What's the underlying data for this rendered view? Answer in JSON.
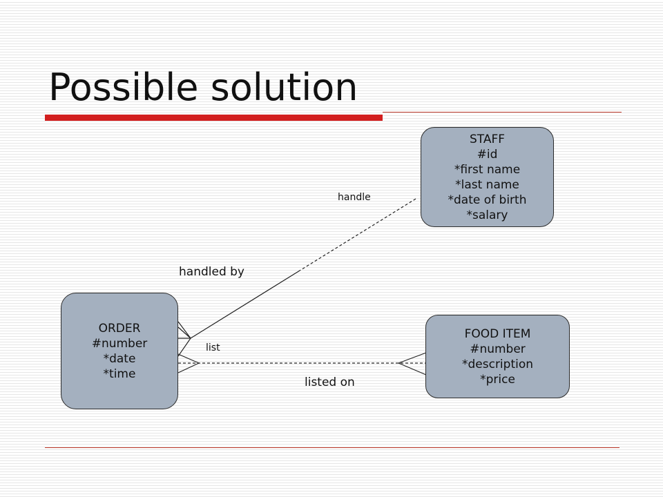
{
  "slide": {
    "title": "Possible solution"
  },
  "entities": {
    "staff": {
      "lines": [
        "STAFF",
        "#id",
        "*first name",
        "*last name",
        "*date of birth",
        "*salary"
      ]
    },
    "order": {
      "lines": [
        "ORDER",
        "#number",
        "*date",
        "*time"
      ]
    },
    "food_item": {
      "lines": [
        "FOOD ITEM",
        "#number",
        "*description",
        "*price"
      ]
    }
  },
  "relationships": {
    "staff_order": {
      "label_staff_end": "handle",
      "label_order_end": "handled by"
    },
    "order_food": {
      "label_order_end": "list",
      "label_food_end": "listed on"
    }
  },
  "colors": {
    "entity_fill": "#a4b0bf",
    "accent_red": "#d21f1f"
  }
}
